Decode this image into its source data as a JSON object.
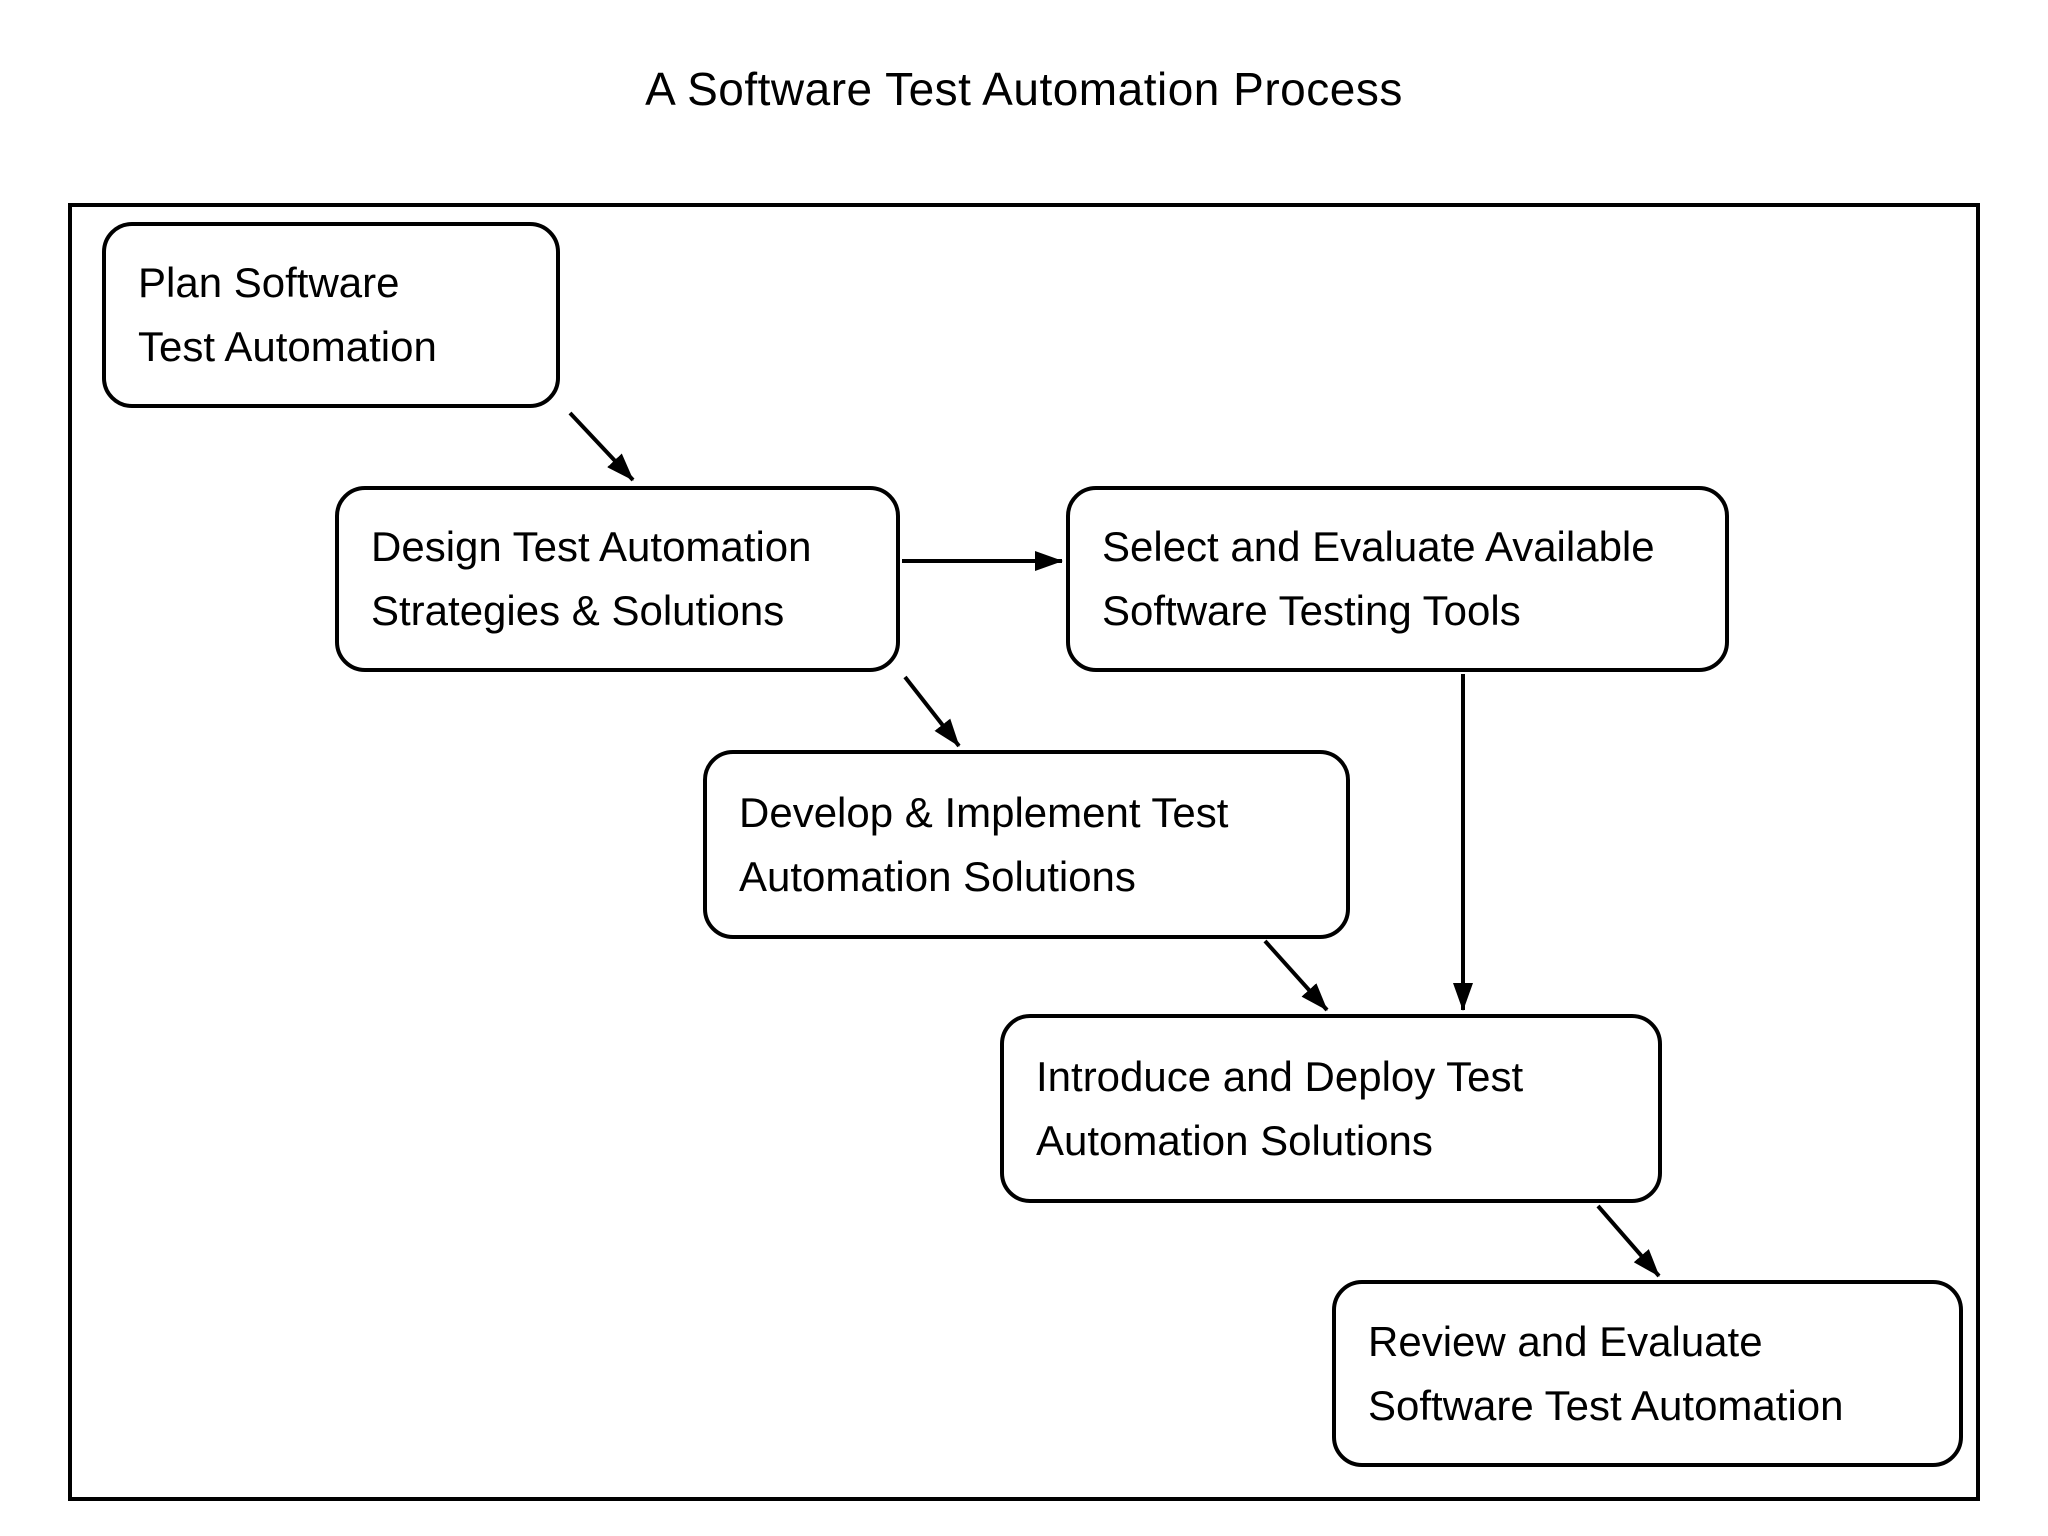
{
  "page_title": "A Software Test Automation Process",
  "colors": {
    "stroke": "#000000",
    "background": "#ffffff",
    "text": "#000000"
  },
  "nodes": [
    {
      "id": "plan",
      "label": "Plan Software\nTest Automation"
    },
    {
      "id": "design",
      "label": "Design Test Automation\nStrategies & Solutions"
    },
    {
      "id": "select",
      "label": "Select and Evaluate Available\nSoftware Testing Tools"
    },
    {
      "id": "develop",
      "label": "Develop & Implement Test\nAutomation Solutions"
    },
    {
      "id": "introduce",
      "label": "Introduce and Deploy Test\nAutomation Solutions"
    },
    {
      "id": "review",
      "label": "Review and Evaluate\nSoftware Test Automation"
    }
  ],
  "edges": [
    {
      "from": "plan",
      "to": "design"
    },
    {
      "from": "design",
      "to": "select"
    },
    {
      "from": "design",
      "to": "develop"
    },
    {
      "from": "select",
      "to": "introduce"
    },
    {
      "from": "develop",
      "to": "introduce"
    },
    {
      "from": "introduce",
      "to": "review"
    }
  ]
}
